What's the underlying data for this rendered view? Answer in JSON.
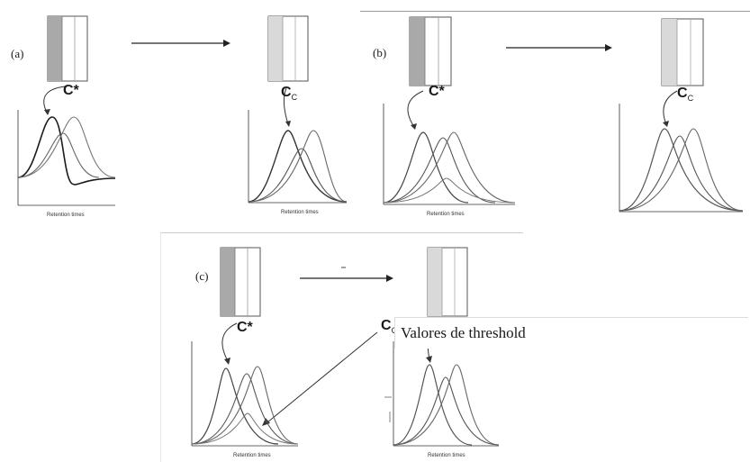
{
  "panels": [
    {
      "id": "a",
      "label": "(a)",
      "left_column": "C*",
      "right_column": "C",
      "right_sub": "C",
      "x_axis_title": "Retention times"
    },
    {
      "id": "b",
      "label": "(b)",
      "left_column": "C*",
      "right_column": "C",
      "right_sub": "C",
      "x_axis_title": "Retention times"
    },
    {
      "id": "c",
      "label": "(c)",
      "left_column": "C*",
      "right_column": "C",
      "right_sub": "C",
      "x_axis_title": "Retention times"
    }
  ],
  "callout": {
    "text": "Valores de threshold"
  },
  "colors": {
    "dark_column": "#a9a9a9",
    "light_column": "#d9d9d9",
    "curve": "#555555",
    "curve_dark": "#1a1a1a",
    "arrow": "#222222"
  }
}
